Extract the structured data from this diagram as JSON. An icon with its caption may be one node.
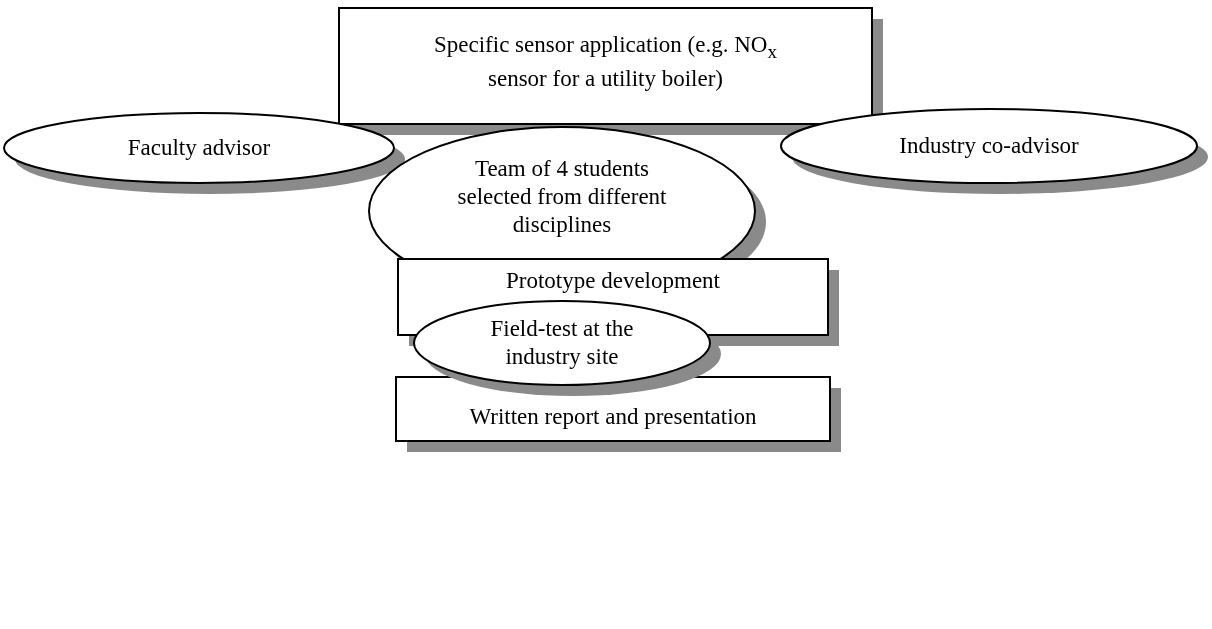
{
  "diagram": {
    "nodes": [
      {
        "text": [
          "Specific sensor application (e.g. NO$_{x}$ sensor for a utility boiler)"
        ]
      },
      {
        "text": [
          "Faculty advisor"
        ]
      },
      {
        "text": [
          "Industry co-advisor"
        ]
      },
      {
        "text": [
          "Team of 4 students selected from different disciplines"
        ]
      },
      {
        "text": [
          "Prototype development"
        ]
      },
      {
        "text": [
          "Field-test at the industry site"
        ]
      },
      {
        "text": [
          "Written report and presentation"
        ]
      }
    ],
    "edges": []
  }
}
